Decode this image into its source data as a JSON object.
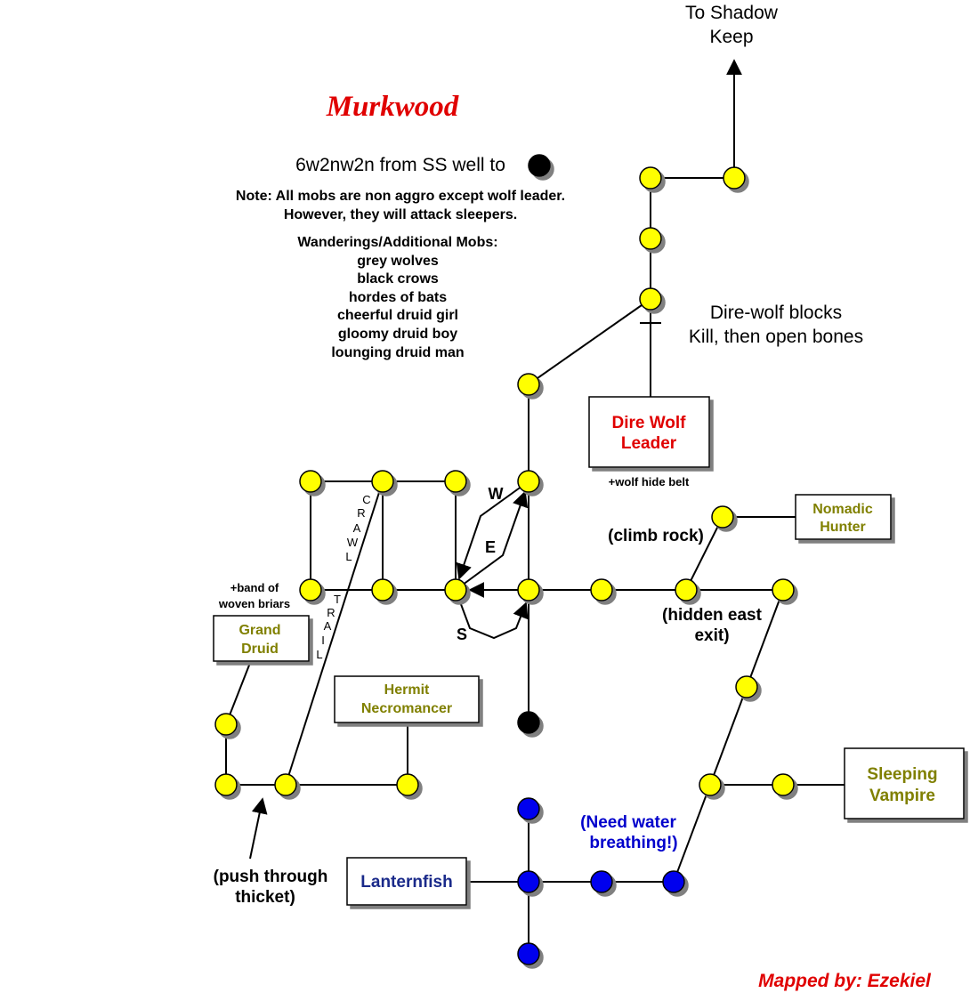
{
  "title": "Murkwood",
  "directions": "6w2nw2n from SS well to",
  "note": [
    "Note: All mobs are non aggro except wolf leader.",
    "However, they will attack sleepers."
  ],
  "wanderings": {
    "heading": "Wanderings/Additional Mobs:",
    "mobs": [
      "grey wolves",
      "black crows",
      "hordes of bats",
      "cheerful druid girl",
      "gloomy druid boy",
      "lounging druid man"
    ]
  },
  "exit": [
    "To Shadow",
    "Keep"
  ],
  "blocker": [
    "Dire-wolf blocks",
    "Kill, then open bones"
  ],
  "boxes": {
    "dire_wolf": {
      "lines": [
        "Dire Wolf",
        "Leader"
      ],
      "color": "#e00000"
    },
    "nomadic": {
      "lines": [
        "Nomadic",
        "Hunter"
      ],
      "color": "#808000"
    },
    "grand_druid": {
      "lines": [
        "Grand",
        "Druid"
      ],
      "color": "#808000"
    },
    "hermit": {
      "lines": [
        "Hermit",
        "Necromancer"
      ],
      "color": "#808000"
    },
    "sleeping_vampire": {
      "lines": [
        "Sleeping",
        "Vampire"
      ],
      "color": "#808000"
    },
    "lanternfish": {
      "lines": [
        "Lanternfish"
      ],
      "color": "#1a2a8a"
    }
  },
  "loot": {
    "wolf_belt": "+wolf hide belt",
    "briars": [
      "+band of",
      "woven briars"
    ]
  },
  "notes": {
    "climb": "(climb rock)",
    "hidden": [
      "(hidden east",
      "exit)"
    ],
    "push": [
      "(push through",
      "thicket)"
    ],
    "water": [
      "(Need water",
      "breathing!)"
    ]
  },
  "dirs": {
    "w": "W",
    "e": "E",
    "s": "S"
  },
  "crawl": [
    "C",
    "R",
    "A",
    "W",
    "L"
  ],
  "trail": [
    "T",
    "R",
    "A",
    "I",
    "L"
  ],
  "credit": "Mapped by: Ezekiel",
  "colors": {
    "room": "#ffff00",
    "water_room": "#0000ee",
    "start_room": "#000000",
    "title": "#e00000",
    "credit": "#e00000",
    "water_note": "#0000cc"
  }
}
